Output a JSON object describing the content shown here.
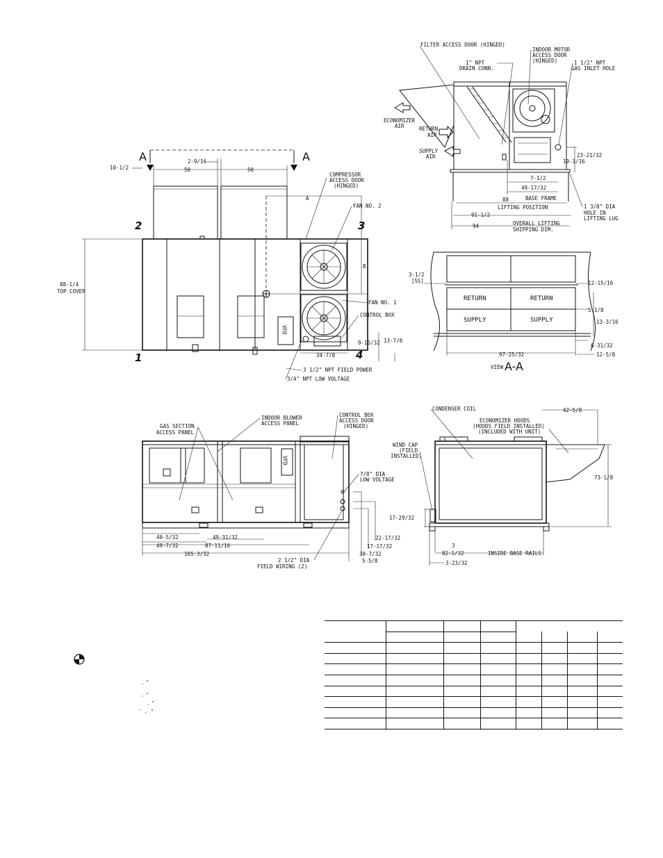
{
  "top_view": {
    "section_marker": "A",
    "corners": [
      "1",
      "2",
      "3",
      "4"
    ],
    "dims": {
      "d10_1_2": "10-1/2",
      "d2_9_16": "2-9/16",
      "d50a": "50",
      "d50b": "50",
      "dA": "A",
      "dB": "B",
      "top_cover": [
        "88-1/4",
        "TOP COVER"
      ],
      "d9_15_32": "9-15/32",
      "d13_7_8": "13-7/8",
      "d34_7_8": "34-7/8"
    },
    "callouts": {
      "compressor": [
        "COMPRESSOR",
        "ACCESS DOOR",
        "(HINGED)"
      ],
      "fan2": "FAN NO. 2",
      "fan1": "FAN NO. 1",
      "control_box": "CONTROL BOX",
      "field_power": "3 1/2\" NPT FIELD POWER",
      "low_voltage": "3/4\" NPT LOW VOLTAGE"
    },
    "vfd": "VFD"
  },
  "end_view": {
    "callouts": {
      "filter_door": "FILTER ACCESS DOOR (HINGED)",
      "drain": [
        "1\" NPT",
        "DRAIN CONN."
      ],
      "indoor_motor": [
        "INDOOR MOTOR",
        "ACCESS DOOR",
        "(HINGED)"
      ],
      "gas_inlet": [
        "1 1/2\" NPT",
        "GAS INLET HOLE"
      ],
      "economizer_air": [
        "ECONOMIZER",
        "AIR"
      ],
      "return_air": [
        "RETURN",
        "AIR"
      ],
      "supply_air": [
        "SUPPLY",
        "AIR"
      ],
      "lug_hole": [
        "1 3/8\" DIA",
        "HOLE IN",
        "LIFTING LUG"
      ]
    },
    "dims": {
      "d23_21_32": "23-21/32",
      "d19_1_16": "19-1/16",
      "d7_1_2": "7-1/2",
      "d49_17_32": "49-17/32",
      "d88": "88",
      "base_frame": "BASE FRAME",
      "lifting_position": "LIFTING POSITION",
      "d91_1_2": "91-1/2",
      "d94": "94",
      "overall_lifting": "OVERALL LIFTING",
      "shipping_dim": "SHIPPING DIM."
    }
  },
  "section_view": {
    "dims": {
      "d3_1_2": [
        "3-1/2",
        "[SS]"
      ],
      "d12_15_16": "12-15/16",
      "d5_1_8": "5-1/8",
      "d13_3_16": "13-3/16",
      "d6_31_32": "6-31/32",
      "d97_25_32": "97-25/32",
      "d12_5_8": "12-5/8"
    },
    "panels": [
      "RETURN",
      "RETURN",
      "SUPPLY",
      "SUPPLY"
    ],
    "view_label": "VIEW",
    "view_name": "A-A"
  },
  "front_view": {
    "callouts": {
      "gas_section": [
        "GAS SECTION",
        "ACCESS PANEL"
      ],
      "indoor_blower": [
        "INDOOR BLOWER",
        "ACCESS PANEL"
      ],
      "control_door": [
        "CONTROL BOX",
        "ACCESS DOOR",
        "(HINGED)"
      ],
      "low_voltage": [
        "7/8\" DIA",
        "LOW VOLTAGE"
      ],
      "field_wiring": [
        "2 1/2\" DIA",
        "FIELD WIRING (2)"
      ]
    },
    "dims": {
      "d40_5_32": "40-5/32",
      "d49_7_32": "49-7/32",
      "d49_31_32": "49-31/32",
      "d87_11_16": "87-11/16",
      "d165_3_32": "165-3/32",
      "d22_17_32": "22-17/32",
      "d17_17_32": "17-17/32",
      "d30_7_32": "30-7/32",
      "d5_5_8": "5-5/8"
    },
    "vfd": "VFD"
  },
  "side_view": {
    "callouts": {
      "condenser_coil": "CONDENSER COIL",
      "hoods": [
        "ECONOMIZER HOODS",
        "(HOODS FIELD INSTALLED)",
        "(INCLUDED WITH UNIT)"
      ],
      "wind_cap": [
        "WIND CAP",
        "(FIELD",
        "INSTALLED)"
      ]
    },
    "dims": {
      "d42_5_8": "42-5/8",
      "d73_1_8": "73-1/8",
      "d17_29_32": "17-29/32",
      "d3": "3",
      "d82_1_32": "82-1/32",
      "inside_rails": "INSIDE BASE RAILS",
      "d3_23_32": "3-23/32"
    }
  },
  "legend": {
    "cg_icon": "center-of-gravity-icon"
  }
}
